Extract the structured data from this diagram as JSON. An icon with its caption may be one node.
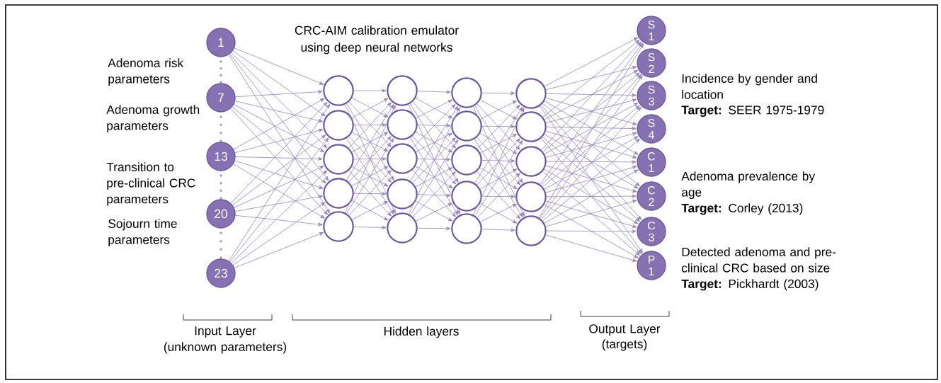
{
  "diagram": {
    "title": "CRC-AIM calibration emulator using deep neural networks",
    "nodes": [
      {
        "text": [
          "1"
        ]
      },
      {
        "text": [
          "7"
        ]
      },
      {
        "text": [
          "13"
        ]
      },
      {
        "text": [
          "20"
        ]
      },
      {
        "text": [
          "23"
        ]
      },
      {
        "text": [],
        "shape": "circle"
      },
      {
        "text": [],
        "shape": "circle"
      },
      {
        "text": [],
        "shape": "circle"
      },
      {
        "text": [],
        "shape": "circle"
      },
      {
        "text": [],
        "shape": "circle"
      },
      {
        "text": [],
        "shape": "circle"
      },
      {
        "text": [],
        "shape": "circle"
      },
      {
        "text": [],
        "shape": "circle"
      },
      {
        "text": [],
        "shape": "circle"
      },
      {
        "text": [],
        "shape": "circle"
      },
      {
        "text": [],
        "shape": "circle"
      },
      {
        "text": [],
        "shape": "circle"
      },
      {
        "text": [],
        "shape": "circle"
      },
      {
        "text": [],
        "shape": "circle"
      },
      {
        "text": [],
        "shape": "circle"
      },
      {
        "text": [],
        "shape": "circle"
      },
      {
        "text": [],
        "shape": "circle"
      },
      {
        "text": [],
        "shape": "circle"
      },
      {
        "text": [],
        "shape": "circle"
      },
      {
        "text": [],
        "shape": "circle"
      },
      {
        "text": [
          "S 1"
        ]
      },
      {
        "text": [
          "S 2"
        ]
      },
      {
        "text": [
          "S 3"
        ]
      },
      {
        "text": [
          "S 4"
        ]
      },
      {
        "text": [
          "C 1"
        ]
      },
      {
        "text": [
          "C 2"
        ]
      },
      {
        "text": [
          "C 3"
        ]
      },
      {
        "text": [
          "P 1"
        ]
      }
    ],
    "edges": [
      {
        "from": 0,
        "to": 5,
        "arrow": "to"
      },
      {
        "from": 0,
        "to": 6,
        "arrow": "to"
      },
      {
        "from": 0,
        "to": 7,
        "arrow": "to"
      },
      {
        "from": 0,
        "to": 8,
        "arrow": "to"
      },
      {
        "from": 0,
        "to": 9,
        "arrow": "to"
      },
      {
        "from": 1,
        "to": 5,
        "arrow": "to"
      },
      {
        "from": 1,
        "to": 6,
        "arrow": "to"
      },
      {
        "from": 1,
        "to": 7,
        "arrow": "to"
      },
      {
        "from": 1,
        "to": 8,
        "arrow": "to"
      },
      {
        "from": 1,
        "to": 9,
        "arrow": "to"
      },
      {
        "from": 2,
        "to": 5,
        "arrow": "to"
      },
      {
        "from": 2,
        "to": 6,
        "arrow": "to"
      },
      {
        "from": 2,
        "to": 7,
        "arrow": "to"
      },
      {
        "from": 2,
        "to": 8,
        "arrow": "to"
      },
      {
        "from": 2,
        "to": 9,
        "arrow": "to"
      },
      {
        "from": 3,
        "to": 5,
        "arrow": "to"
      },
      {
        "from": 3,
        "to": 6,
        "arrow": "to"
      },
      {
        "from": 3,
        "to": 7,
        "arrow": "to"
      },
      {
        "from": 3,
        "to": 8,
        "arrow": "to"
      },
      {
        "from": 3,
        "to": 9,
        "arrow": "to"
      },
      {
        "from": 4,
        "to": 5,
        "arrow": "to"
      },
      {
        "from": 4,
        "to": 6,
        "arrow": "to"
      },
      {
        "from": 4,
        "to": 7,
        "arrow": "to"
      },
      {
        "from": 4,
        "to": 8,
        "arrow": "to"
      },
      {
        "from": 4,
        "to": 9,
        "arrow": "to"
      },
      {
        "from": 5,
        "to": 10,
        "arrow": "to"
      },
      {
        "from": 5,
        "to": 11,
        "arrow": "to"
      },
      {
        "from": 5,
        "to": 12,
        "arrow": "to"
      },
      {
        "from": 5,
        "to": 13,
        "arrow": "to"
      },
      {
        "from": 5,
        "to": 14,
        "arrow": "to"
      },
      {
        "from": 6,
        "to": 10,
        "arrow": "to"
      },
      {
        "from": 6,
        "to": 11,
        "arrow": "to"
      },
      {
        "from": 6,
        "to": 12,
        "arrow": "to"
      },
      {
        "from": 6,
        "to": 13,
        "arrow": "to"
      },
      {
        "from": 6,
        "to": 14,
        "arrow": "to"
      },
      {
        "from": 7,
        "to": 10,
        "arrow": "to"
      },
      {
        "from": 7,
        "to": 11,
        "arrow": "to"
      },
      {
        "from": 7,
        "to": 12,
        "arrow": "to"
      },
      {
        "from": 7,
        "to": 13,
        "arrow": "to"
      },
      {
        "from": 7,
        "to": 14,
        "arrow": "to"
      },
      {
        "from": 8,
        "to": 10,
        "arrow": "to"
      },
      {
        "from": 8,
        "to": 11,
        "arrow": "to"
      },
      {
        "from": 8,
        "to": 12,
        "arrow": "to"
      },
      {
        "from": 8,
        "to": 13,
        "arrow": "to"
      },
      {
        "from": 8,
        "to": 14,
        "arrow": "to"
      },
      {
        "from": 9,
        "to": 10,
        "arrow": "to"
      },
      {
        "from": 9,
        "to": 11,
        "arrow": "to"
      },
      {
        "from": 9,
        "to": 12,
        "arrow": "to"
      },
      {
        "from": 9,
        "to": 13,
        "arrow": "to"
      },
      {
        "from": 9,
        "to": 14,
        "arrow": "to"
      },
      {
        "from": 10,
        "to": 15,
        "arrow": "to"
      },
      {
        "from": 10,
        "to": 16,
        "arrow": "to"
      },
      {
        "from": 10,
        "to": 17,
        "arrow": "to"
      },
      {
        "from": 10,
        "to": 18,
        "arrow": "to"
      },
      {
        "from": 10,
        "to": 19,
        "arrow": "to"
      },
      {
        "from": 11,
        "to": 15,
        "arrow": "to"
      },
      {
        "from": 11,
        "to": 16,
        "arrow": "to"
      },
      {
        "from": 11,
        "to": 17,
        "arrow": "to"
      },
      {
        "from": 11,
        "to": 18,
        "arrow": "to"
      },
      {
        "from": 11,
        "to": 19,
        "arrow": "to"
      },
      {
        "from": 12,
        "to": 15,
        "arrow": "to"
      },
      {
        "from": 12,
        "to": 16,
        "arrow": "to"
      },
      {
        "from": 12,
        "to": 17,
        "arrow": "to"
      },
      {
        "from": 12,
        "to": 18,
        "arrow": "to"
      },
      {
        "from": 12,
        "to": 19,
        "arrow": "to"
      },
      {
        "from": 13,
        "to": 15,
        "arrow": "to"
      },
      {
        "from": 13,
        "to": 16,
        "arrow": "to"
      },
      {
        "from": 13,
        "to": 17,
        "arrow": "to"
      },
      {
        "from": 13,
        "to": 18,
        "arrow": "to"
      },
      {
        "from": 13,
        "to": 19,
        "arrow": "to"
      },
      {
        "from": 14,
        "to": 15,
        "arrow": "to"
      },
      {
        "from": 14,
        "to": 16,
        "arrow": "to"
      },
      {
        "from": 14,
        "to": 17,
        "arrow": "to"
      },
      {
        "from": 14,
        "to": 18,
        "arrow": "to"
      },
      {
        "from": 14,
        "to": 19,
        "arrow": "to"
      },
      {
        "from": 15,
        "to": 20,
        "arrow": "to"
      },
      {
        "from": 15,
        "to": 21,
        "arrow": "to"
      },
      {
        "from": 15,
        "to": 22,
        "arrow": "to"
      },
      {
        "from": 15,
        "to": 23,
        "arrow": "to"
      },
      {
        "from": 15,
        "to": 24,
        "arrow": "to"
      },
      {
        "from": 16,
        "to": 20,
        "arrow": "to"
      },
      {
        "from": 16,
        "to": 21,
        "arrow": "to"
      },
      {
        "from": 16,
        "to": 22,
        "arrow": "to"
      },
      {
        "from": 16,
        "to": 23,
        "arrow": "to"
      },
      {
        "from": 16,
        "to": 24,
        "arrow": "to"
      },
      {
        "from": 17,
        "to": 20,
        "arrow": "to"
      },
      {
        "from": 17,
        "to": 21,
        "arrow": "to"
      },
      {
        "from": 17,
        "to": 22,
        "arrow": "to"
      },
      {
        "from": 17,
        "to": 23,
        "arrow": "to"
      },
      {
        "from": 17,
        "to": 24,
        "arrow": "to"
      },
      {
        "from": 18,
        "to": 20,
        "arrow": "to"
      },
      {
        "from": 18,
        "to": 21,
        "arrow": "to"
      },
      {
        "from": 18,
        "to": 22,
        "arrow": "to"
      },
      {
        "from": 18,
        "to": 23,
        "arrow": "to"
      },
      {
        "from": 18,
        "to": 24,
        "arrow": "to"
      },
      {
        "from": 19,
        "to": 20,
        "arrow": "to"
      },
      {
        "from": 19,
        "to": 21,
        "arrow": "to"
      },
      {
        "from": 19,
        "to": 22,
        "arrow": "to"
      },
      {
        "from": 19,
        "to": 23,
        "arrow": "to"
      },
      {
        "from": 19,
        "to": 24,
        "arrow": "to"
      },
      {
        "from": 20,
        "to": 25,
        "arrow": "to"
      },
      {
        "from": 20,
        "to": 26,
        "arrow": "to"
      },
      {
        "from": 20,
        "to": 27,
        "arrow": "to"
      },
      {
        "from": 20,
        "to": 28,
        "arrow": "to"
      },
      {
        "from": 20,
        "to": 29,
        "arrow": "to"
      },
      {
        "from": 20,
        "to": 30,
        "arrow": "to"
      },
      {
        "from": 20,
        "to": 31,
        "arrow": "to"
      },
      {
        "from": 20,
        "to": 32,
        "arrow": "to"
      },
      {
        "from": 21,
        "to": 25,
        "arrow": "to"
      },
      {
        "from": 21,
        "to": 26,
        "arrow": "to"
      },
      {
        "from": 21,
        "to": 27,
        "arrow": "to"
      },
      {
        "from": 21,
        "to": 28,
        "arrow": "to"
      },
      {
        "from": 21,
        "to": 29,
        "arrow": "to"
      },
      {
        "from": 21,
        "to": 30,
        "arrow": "to"
      },
      {
        "from": 21,
        "to": 31,
        "arrow": "to"
      },
      {
        "from": 21,
        "to": 32,
        "arrow": "to"
      },
      {
        "from": 22,
        "to": 25,
        "arrow": "to"
      },
      {
        "from": 22,
        "to": 26,
        "arrow": "to"
      },
      {
        "from": 22,
        "to": 27,
        "arrow": "to"
      },
      {
        "from": 22,
        "to": 28,
        "arrow": "to"
      },
      {
        "from": 22,
        "to": 29,
        "arrow": "to"
      },
      {
        "from": 22,
        "to": 30,
        "arrow": "to"
      },
      {
        "from": 22,
        "to": 31,
        "arrow": "to"
      },
      {
        "from": 22,
        "to": 32,
        "arrow": "to"
      },
      {
        "from": 23,
        "to": 25,
        "arrow": "to"
      },
      {
        "from": 23,
        "to": 26,
        "arrow": "to"
      },
      {
        "from": 23,
        "to": 27,
        "arrow": "to"
      },
      {
        "from": 23,
        "to": 28,
        "arrow": "to"
      },
      {
        "from": 23,
        "to": 29,
        "arrow": "to"
      },
      {
        "from": 23,
        "to": 30,
        "arrow": "to"
      },
      {
        "from": 23,
        "to": 31,
        "arrow": "to"
      },
      {
        "from": 23,
        "to": 32,
        "arrow": "to"
      },
      {
        "from": 24,
        "to": 25,
        "arrow": "to"
      },
      {
        "from": 24,
        "to": 26,
        "arrow": "to"
      },
      {
        "from": 24,
        "to": 27,
        "arrow": "to"
      },
      {
        "from": 24,
        "to": 28,
        "arrow": "to"
      },
      {
        "from": 24,
        "to": 29,
        "arrow": "to"
      },
      {
        "from": 24,
        "to": 30,
        "arrow": "to"
      },
      {
        "from": 24,
        "to": 31,
        "arrow": "to"
      },
      {
        "from": 24,
        "to": 32,
        "arrow": "to"
      }
    ],
    "labels": [
      "Adenoma risk parameters",
      "Adenoma growth parameters",
      "Transition to pre-clinical CRC parameters",
      "Sojourn time parameters",
      "Incidence by gender and location",
      "**Target:** SEER 1975-1979",
      "Adenoma prevalence by age",
      "**Target:** Corley (2013)",
      "Detected adenoma and pre-clinical CRC based on size",
      "**Target:** Pickhardt (2003)",
      "Input Layer",
      "(unknown parameters)",
      "Hidden layers",
      "Output Layer",
      "(targets)"
    ]
  }
}
